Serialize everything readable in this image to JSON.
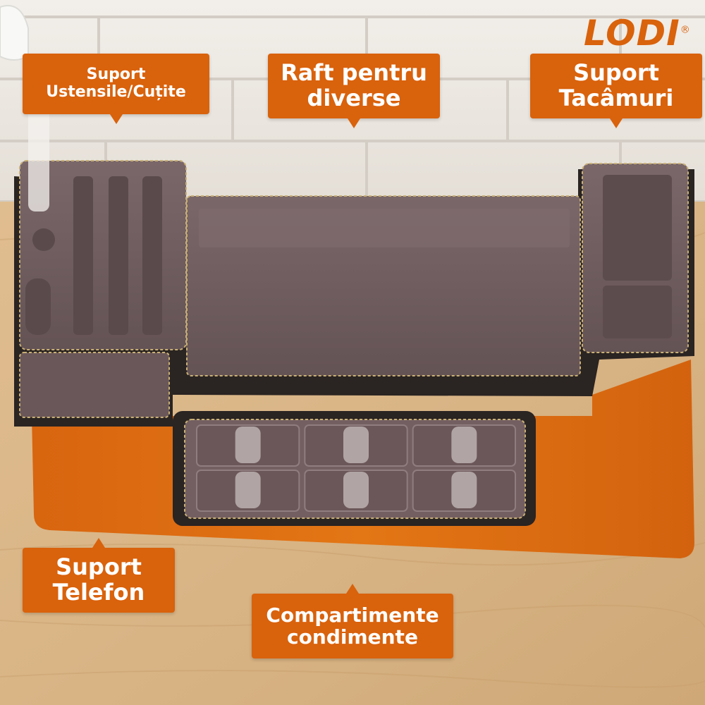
{
  "brand": {
    "logo_text": "LODI",
    "registered_mark": "®"
  },
  "labels": {
    "utensil_holder": [
      "Suport",
      "Ustensile/Cuțite"
    ],
    "shelf": [
      "Raft pentru",
      "diverse"
    ],
    "cutlery_holder": [
      "Suport",
      "Tacâmuri"
    ],
    "phone_holder": [
      "Suport",
      "Telefon"
    ],
    "spice_compartments": [
      "Compartimente",
      "condimente"
    ]
  },
  "colors": {
    "accent": "#d9620c",
    "body": "#e07213",
    "lid": "#6f5d60",
    "frame": "#2a2422"
  },
  "spice_grid": {
    "rows": 2,
    "cols": 3
  }
}
